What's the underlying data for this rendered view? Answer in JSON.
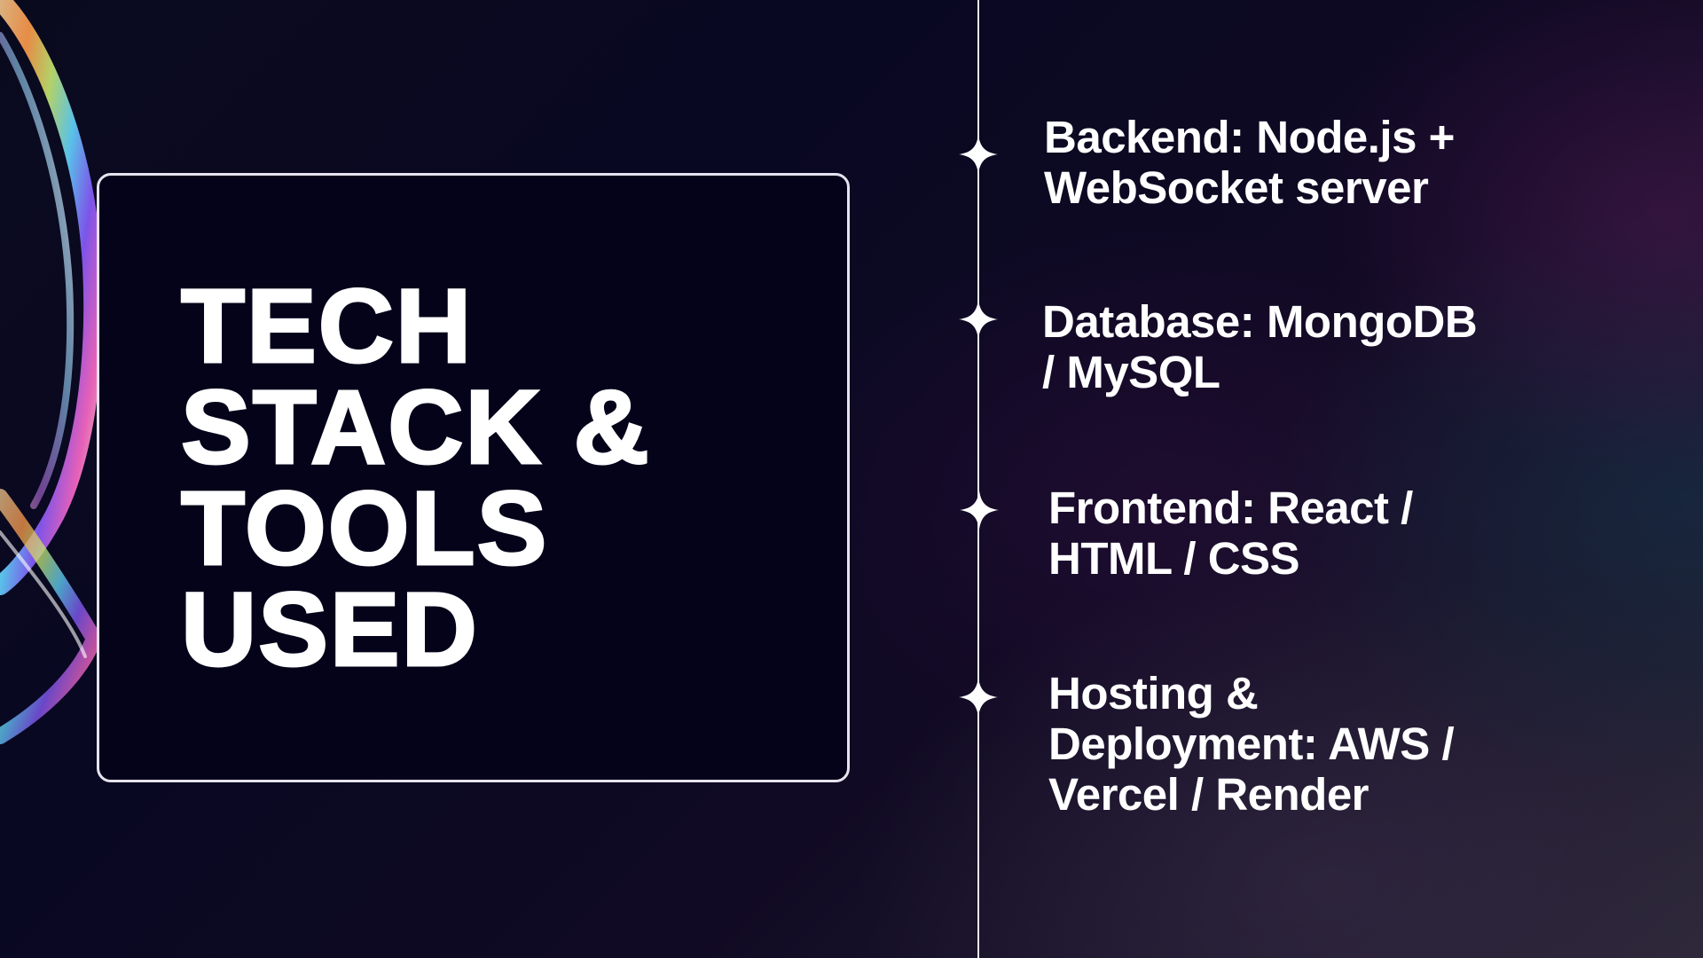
{
  "slide": {
    "title_lines": [
      "TECH",
      "STACK &",
      "TOOLS",
      "USED"
    ],
    "items": [
      {
        "lines": [
          "Backend: Node.js +",
          "WebSocket server"
        ]
      },
      {
        "lines": [
          "Database: MongoDB",
          "/ MySQL"
        ]
      },
      {
        "lines": [
          "Frontend: React /",
          "HTML / CSS"
        ]
      },
      {
        "lines": [
          "Hosting &",
          "Deployment: AWS /",
          "Vercel / Render"
        ]
      }
    ]
  },
  "colors": {
    "background": "#0a0a1f",
    "card": "#05031a",
    "text": "#ffffff",
    "card_border": "#e6e3ee"
  }
}
